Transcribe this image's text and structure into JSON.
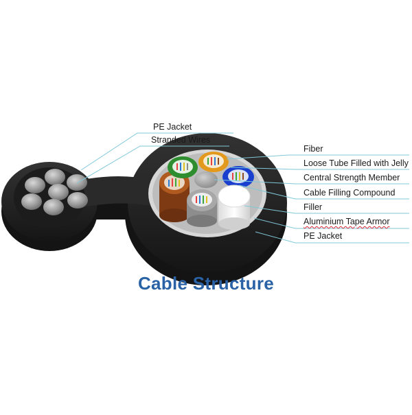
{
  "diagram": {
    "caption": "Cable Structure",
    "labels_left": {
      "pe_jacket_top": "PE Jacket",
      "stranded_wires": "Stranded Wires"
    },
    "labels_right": {
      "fiber": "Fiber",
      "loose_tube": "Loose Tube Filled with Jelly",
      "central_strength_member": "Central Strength Member",
      "cable_filling_compound": "Cable Filling Compound",
      "filler": "Filler",
      "aluminium_tape_armor": "Aluminium Tape Armor",
      "pe_jacket_bottom": "PE  Jacket"
    },
    "colors": {
      "jacket": "#2b2b2b",
      "armor": "#c8c8c8",
      "tube_green": "#3aa63a",
      "tube_orange": "#e8a020",
      "tube_blue": "#1a3fcf",
      "tube_brown": "#9a4a18",
      "strength_member": "#a9a9a9",
      "filler": "#f2f2f2",
      "leader_line": "#7fc8d8",
      "caption": "#2a62a6"
    }
  }
}
